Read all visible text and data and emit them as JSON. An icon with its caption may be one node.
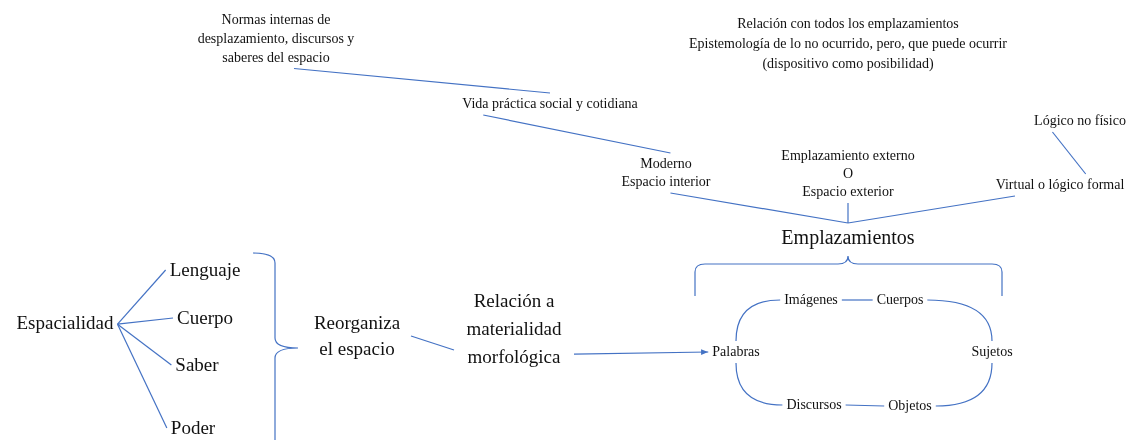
{
  "diagram": {
    "nodes": [
      {
        "text": [
          "Espacialidad"
        ]
      },
      {
        "text": [
          "Lenguaje"
        ]
      },
      {
        "text": [
          "Cuerpo"
        ]
      },
      {
        "text": [
          "Saber"
        ]
      },
      {
        "text": [
          "Poder"
        ]
      },
      {
        "text": [
          "Reorganiza el espacio"
        ]
      },
      {
        "text": [
          "Relación a materialidad morfológica"
        ]
      },
      {
        "text": [
          "Palabras"
        ]
      },
      {
        "text": [
          "Imágenes"
        ]
      },
      {
        "text": [
          "Cuerpos"
        ]
      },
      {
        "text": [
          "Sujetos"
        ]
      },
      {
        "text": [
          "Discursos"
        ]
      },
      {
        "text": [
          "Objetos"
        ]
      },
      {
        "text": [
          "Emplazamientos"
        ]
      },
      {
        "text": [
          "Moderno",
          "Espacio interior"
        ]
      },
      {
        "text": [
          "Vida práctica social y cotidiana"
        ]
      },
      {
        "text": [
          "Normas internas de desplazamiento, discursos y saberes del espacio"
        ]
      },
      {
        "text": [
          "Emplazamiento externo",
          "O",
          "Espacio exterior"
        ]
      },
      {
        "text": [
          "Virtual o lógico formal"
        ]
      },
      {
        "text": [
          "Lógico no físico"
        ]
      }
    ],
    "edges": [
      {
        "from": 0,
        "to": 1,
        "arrow": "none"
      },
      {
        "from": 0,
        "to": 2,
        "arrow": "none"
      },
      {
        "from": 0,
        "to": 3,
        "arrow": "none"
      },
      {
        "from": 0,
        "to": 4,
        "arrow": "none"
      },
      {
        "from": 5,
        "to": 6,
        "arrow": "none"
      },
      {
        "from": 6,
        "to": 7,
        "arrow": "to"
      },
      {
        "from": 7,
        "to": 8,
        "arrow": "none"
      },
      {
        "from": 8,
        "to": 9,
        "arrow": "none"
      },
      {
        "from": 9,
        "to": 10,
        "arrow": "none"
      },
      {
        "from": 10,
        "to": 12,
        "arrow": "none"
      },
      {
        "from": 11,
        "to": 12,
        "arrow": "none"
      },
      {
        "from": 7,
        "to": 11,
        "arrow": "none"
      },
      {
        "from": 14,
        "to": 13,
        "arrow": "none"
      },
      {
        "from": 17,
        "to": 13,
        "arrow": "none"
      },
      {
        "from": 18,
        "to": 13,
        "arrow": "none"
      },
      {
        "from": 15,
        "to": 14,
        "arrow": "none"
      },
      {
        "from": 16,
        "to": 15,
        "arrow": "none"
      },
      {
        "from": 19,
        "to": 18,
        "arrow": "none"
      }
    ],
    "labels": [
      "Relación con todos los emplazamientos",
      "Epistemología de lo no ocurrido, pero, que puede ocurrir",
      "(dispositivo como posibilidad)"
    ]
  }
}
